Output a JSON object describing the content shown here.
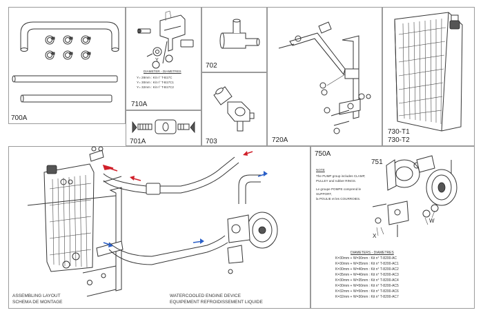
{
  "panels": {
    "p700A": "700A",
    "p710A": "710A",
    "p701A": "701A",
    "p702": "702",
    "p703": "703",
    "p720A": "720A",
    "p730a": "730-T1",
    "p730b": "730-T2",
    "p750A": "750A",
    "p751": "751"
  },
  "diameters_710": {
    "title": "DIAMETER - DIAMETRES",
    "lines": [
      "Y= 28mm : Kit n° T-B17C",
      "Y= 30mm : Kit n° T-B17C1",
      "Y= 32mm : Kit n° T-B17C2"
    ]
  },
  "note_750": {
    "title": "NOTE",
    "en": [
      "The PUMP group includes CLAMP,",
      "PULLEY and rubber RINGS."
    ],
    "fr": [
      "Le groupe POMPE comprend le",
      "SUPPORT,",
      "la POULIE et les COURROIES."
    ]
  },
  "diameters_750": {
    "title": "DIAMETERS - DIAMETRES",
    "lines": [
      "K=30mm + W=30mm : Kit n° T-8200-AC",
      "K=30mm + W=35mm : Kit n° T-8200-AC1",
      "K=30mm + W=40mm : Kit n° T-8200-AC2",
      "K=35mm + W=40mm : Kit n° T-8200-AC3",
      "K=30mm + W=35mm : Kit n° T-8200-AC4",
      "K=30mm + W=50mm : Kit n° T-8200-AC5",
      "K=32mm + W=50mm : Kit n° T-8200-AC6",
      "K=32mm + W=30mm : Kit n° T-8200-AC7"
    ]
  },
  "callouts": {
    "x": "X",
    "w": "W",
    "v": "Y"
  },
  "captions": {
    "assembly_en": "ASSEMBLING LAYOUT",
    "assembly_fr": "SCHEMA DE MONTAGE",
    "engine_en": "WATERCOOLED ENGINE DEVICE",
    "engine_fr": "EQUIPEMENT REFROIDISSEMENT LIQUIDE"
  },
  "colors": {
    "hot_arrow": "#d0202a",
    "cold_arrow": "#2a5fc8",
    "border": "#9a9a9a"
  }
}
